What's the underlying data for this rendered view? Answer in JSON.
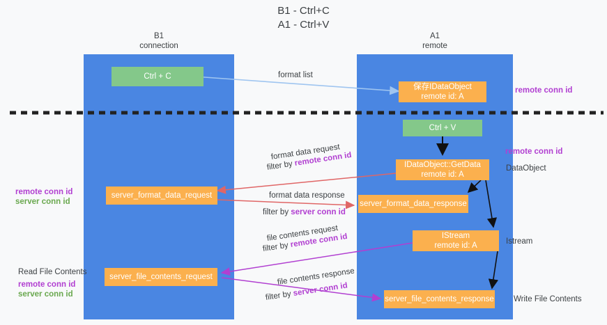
{
  "title": {
    "line1": "B1 - Ctrl+C",
    "line2": "A1 - Ctrl+V"
  },
  "columns": {
    "left": {
      "name": "B1",
      "role": "connection"
    },
    "right": {
      "name": "A1",
      "role": "remote"
    }
  },
  "colors": {
    "lane": "#4a86e2",
    "green_box": "#84c88a",
    "orange_box": "#fbb04e",
    "remote_conn_id": "#b13fd1",
    "server_conn_id": "#6aa84f",
    "arrow_format_list": "#9fc5f0",
    "arrow_format_data": "#e06666",
    "arrow_file_contents": "#b13fd1",
    "arrow_black": "#000000",
    "divider": "#222222",
    "background": "#f8f9fa"
  },
  "boxes": {
    "ctrl_c": "Ctrl + C",
    "ctrl_v": "Ctrl + V",
    "save_idataobject": {
      "line1": "保存IDataObject",
      "line2": "remote id: A"
    },
    "idataobject_getdata": {
      "line1": "IDataObject::GetData",
      "line2": "remote id: A"
    },
    "istream": {
      "line1": "IStream",
      "line2": "remote id: A"
    },
    "server_format_data_request": "server_format_data_request",
    "server_format_data_response": "server_format_data_response",
    "server_file_contents_request": "server_file_contents_request",
    "server_file_contents_response": "server_file_contents_response"
  },
  "arrow_labels": {
    "format_list": "format list",
    "format_data_request": "format data request",
    "format_data_request_filter_prefix": "filter by ",
    "format_data_request_filter_key": "remote conn id",
    "format_data_response": "format data response",
    "format_data_response_filter_prefix": "filter by ",
    "format_data_response_filter_key": "server conn id",
    "file_contents_request": "file contents request",
    "file_contents_request_filter_prefix": "filter by ",
    "file_contents_request_filter_key": "remote conn id",
    "file_contents_response": "file contents response",
    "file_contents_response_filter_prefix": "filter by ",
    "file_contents_response_filter_key": "server conn id"
  },
  "annotations": {
    "right_top_remote_conn_id": "remote conn id",
    "right_mid_remote_conn_id": "remote conn id",
    "right_dataobject": "DataObject",
    "right_istream": "Istream",
    "right_write_file_contents": "Write File Contents",
    "left_remote_conn_id": "remote conn id",
    "left_server_conn_id": "server conn id",
    "left_read_file_contents": "Read File Contents",
    "left_bottom_remote_conn_id": "remote conn id",
    "left_bottom_server_conn_id": "server conn id"
  }
}
